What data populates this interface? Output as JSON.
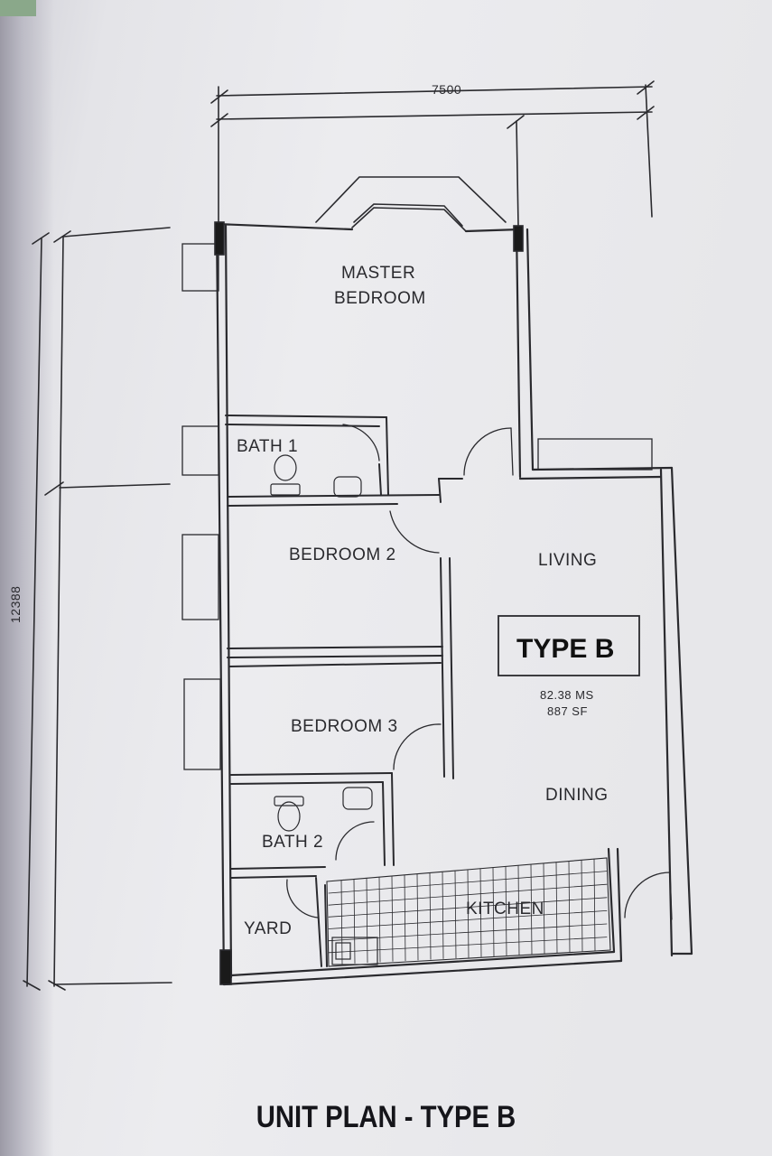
{
  "plan": {
    "dimensions": {
      "width": "7500",
      "depth": "12388"
    },
    "rooms": {
      "master_bedroom_line1": "MASTER",
      "master_bedroom_line2": "BEDROOM",
      "bath1": "BATH 1",
      "bedroom2": "BEDROOM 2",
      "bedroom3": "BEDROOM 3",
      "bath2": "BATH 2",
      "living": "LIVING",
      "dining": "DINING",
      "kitchen": "KITCHEN",
      "yard": "YARD"
    },
    "unit_type": "TYPE B",
    "area_ms": "82.38 MS",
    "area_sf": "887 SF"
  },
  "caption": "UNIT PLAN - TYPE B",
  "colors": {
    "ink": "#2a2a2e",
    "paper": "#ececef"
  }
}
